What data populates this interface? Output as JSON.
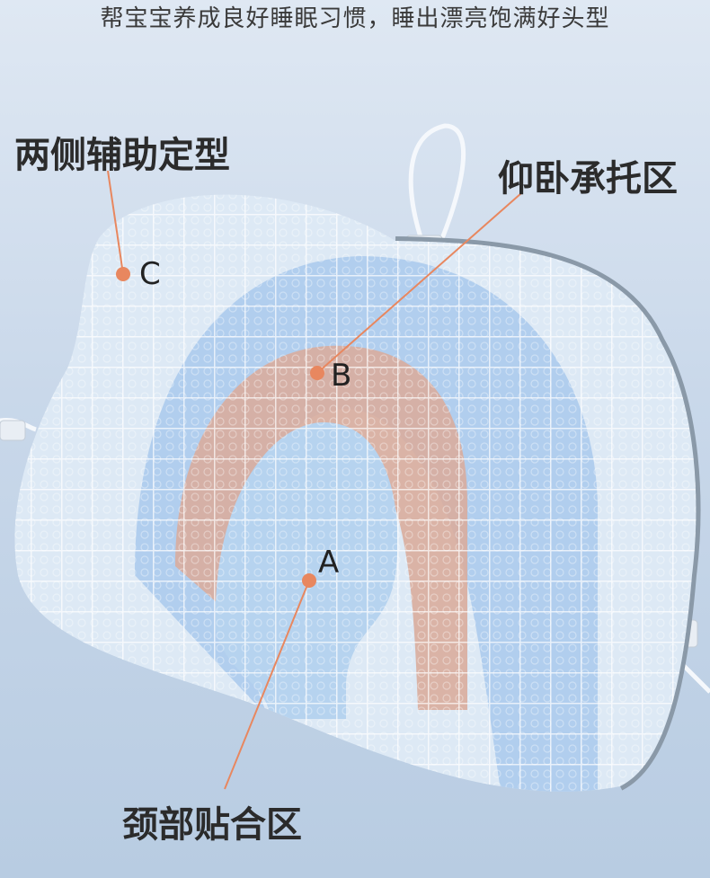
{
  "header": {
    "subtitle": "帮宝宝养成良好睡眠习惯，睡出漂亮饱满好头型"
  },
  "zones": {
    "side_support": {
      "label": "两侧辅助定型",
      "marker": "C"
    },
    "supine_support": {
      "label": "仰卧承托区",
      "marker": "B"
    },
    "neck_fit": {
      "label": "颈部贴合区",
      "marker": "A"
    }
  },
  "colors": {
    "pointer": "#e8875f",
    "pillow_outer": "#d6e6f5",
    "pillow_mid": "#a9c8ea",
    "pillow_inner": "#d6a99a",
    "grid": "#ffffff"
  }
}
